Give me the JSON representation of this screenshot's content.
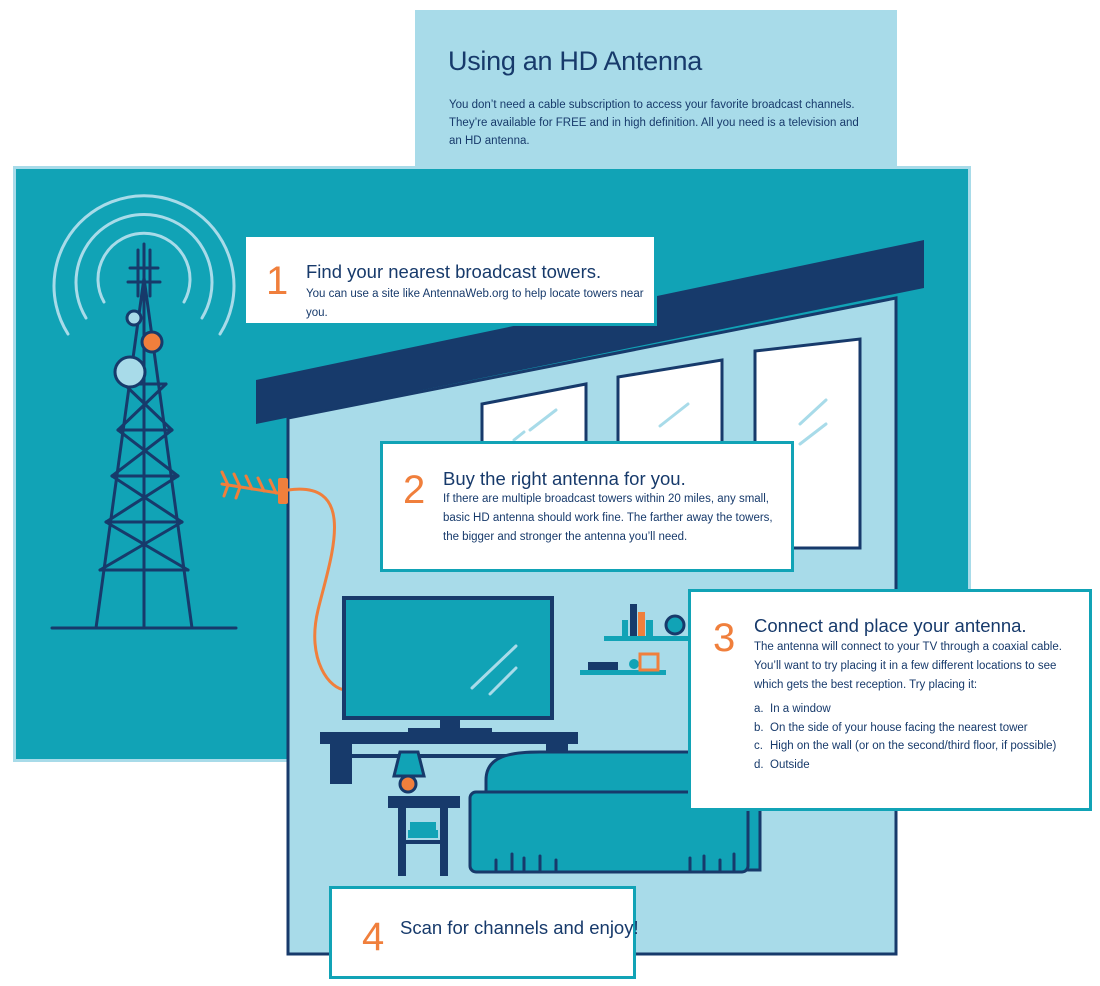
{
  "header": {
    "title": "Using an HD Antenna",
    "description": "You don’t need a cable subscription to access your favorite broadcast channels. They’re available for FREE and in high definition. All you need is a television and an HD antenna."
  },
  "steps": [
    {
      "number": "1",
      "title": "Find your nearest broadcast towers.",
      "description": "You can use a site like AntennaWeb.org to help locate towers near you."
    },
    {
      "number": "2",
      "title": "Buy the right antenna for you.",
      "description": "If there are multiple broadcast towers within 20 miles, any small, basic HD antenna should work fine. The farther away the towers, the bigger and stronger the antenna you’ll need."
    },
    {
      "number": "3",
      "title": "Connect and place your antenna.",
      "description": "The antenna will connect to your TV through a coaxial cable. You’ll want to try placing it in a few different locations to see which gets the best reception. Try placing it:",
      "list": [
        {
          "marker": "a.",
          "text": "In a window"
        },
        {
          "marker": "b.",
          "text": "On the side of your house facing the nearest tower"
        },
        {
          "marker": "c.",
          "text": "High on the wall (or on the second/third floor, if possible)"
        },
        {
          "marker": "d.",
          "text": "Outside"
        }
      ]
    },
    {
      "number": "4",
      "title": "Scan for channels and enjoy!"
    }
  ],
  "colors": {
    "teal": "#11a3b6",
    "light_blue": "#a8dbe9",
    "navy": "#173a6b",
    "orange": "#f07f3c",
    "white": "#ffffff"
  }
}
